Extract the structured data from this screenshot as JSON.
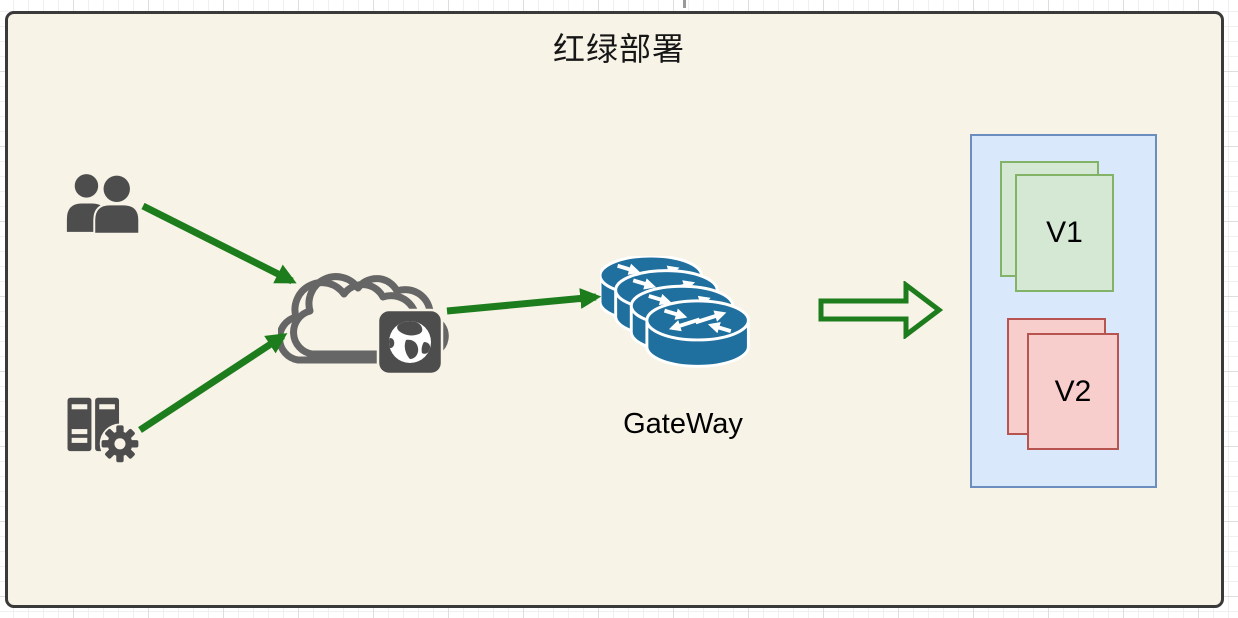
{
  "diagram": {
    "title": "红绿部署",
    "nodes": {
      "users": {
        "icon": "users-icon"
      },
      "servers": {
        "icon": "servers-gear-icon"
      },
      "internet": {
        "icon": "cloud-globe-icon"
      },
      "gateway": {
        "icon": "router-stack-icon",
        "label": "GateWay"
      },
      "deployment": {
        "versions": [
          {
            "label": "V1"
          },
          {
            "label": "V2"
          }
        ]
      }
    },
    "edges": [
      {
        "from": "users",
        "to": "internet",
        "style": "green-arrow"
      },
      {
        "from": "servers",
        "to": "internet",
        "style": "green-arrow"
      },
      {
        "from": "internet",
        "to": "gateway",
        "style": "green-arrow"
      },
      {
        "from": "gateway",
        "to": "deployment",
        "style": "green-block-arrow"
      }
    ]
  },
  "colors": {
    "canvas_fill": "#F7F3E7",
    "canvas_border": "#3A3A3A",
    "arrow_green": "#1D7D1D",
    "icon_gray": "#4D4D4D",
    "cloud_gray": "#666666",
    "router_blue": "#1F6F9F",
    "container_fill": "#DAE8FC",
    "container_border": "#6C8EBF",
    "v1_fill": "#D5E8D4",
    "v1_border": "#82B366",
    "v2_fill": "#F8CECC",
    "v2_border": "#B85450"
  }
}
